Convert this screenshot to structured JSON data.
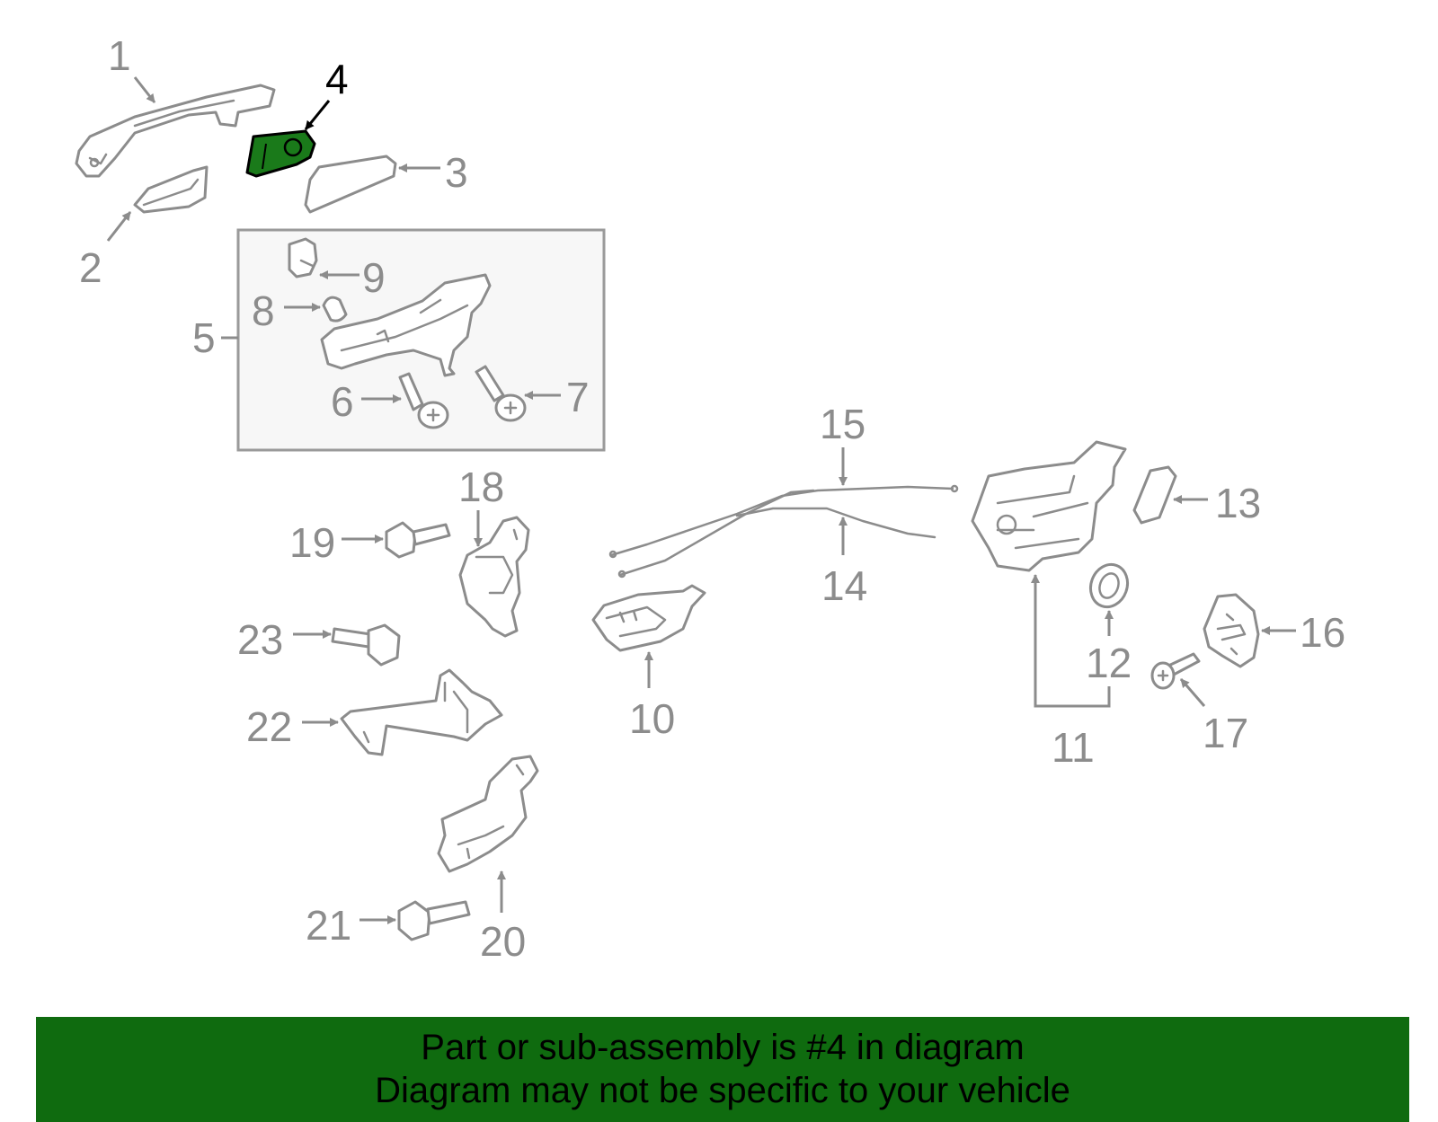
{
  "colors": {
    "parts_stroke": "#8c8c8c",
    "highlight_fill": "#1a7a1a",
    "banner_bg": "#0f6b0f",
    "banner_text": "#000000"
  },
  "callouts": {
    "c1": "1",
    "c2": "2",
    "c3": "3",
    "c4": "4",
    "c5": "5",
    "c6": "6",
    "c7": "7",
    "c8": "8",
    "c9": "9",
    "c10": "10",
    "c11": "11",
    "c12": "12",
    "c13": "13",
    "c14": "14",
    "c15": "15",
    "c16": "16",
    "c17": "17",
    "c18": "18",
    "c19": "19",
    "c20": "20",
    "c21": "21",
    "c22": "22",
    "c23": "23"
  },
  "banner": {
    "line1": "Part or sub-assembly is #4 in diagram",
    "line2": "Diagram may not be specific to your vehicle"
  }
}
